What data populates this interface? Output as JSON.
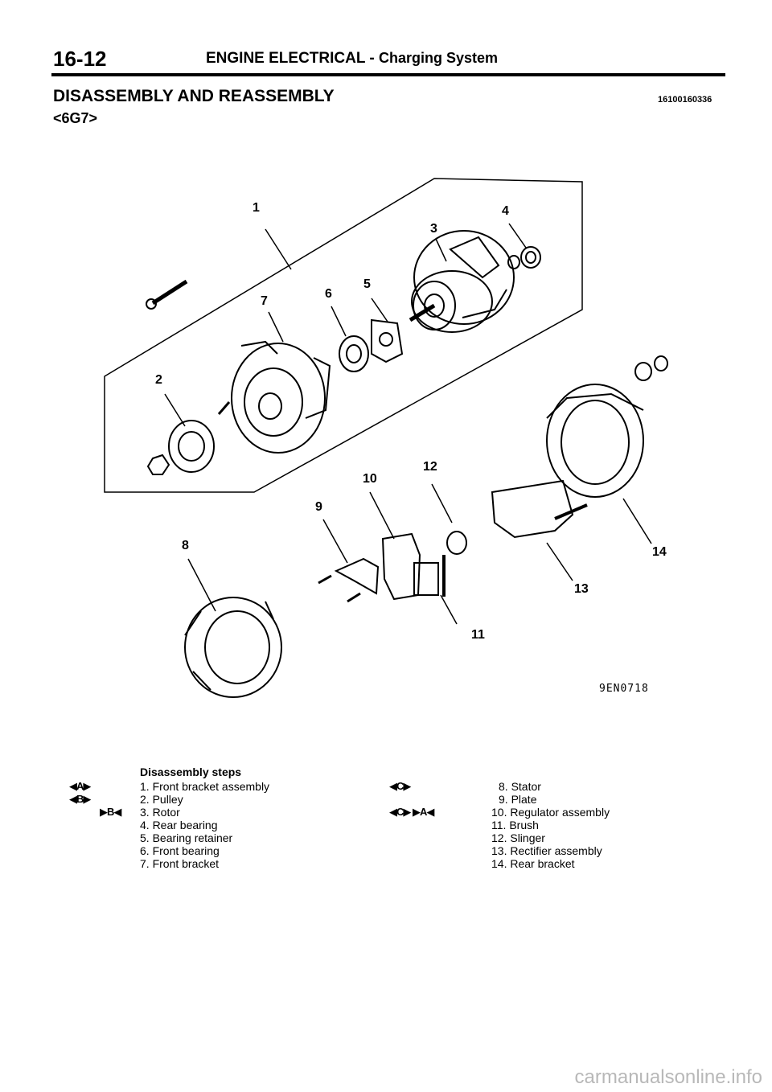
{
  "header": {
    "page_number": "16-12",
    "title": "ENGINE ELECTRICAL -",
    "subtitle": "Charging System"
  },
  "section": {
    "title": "DISASSEMBLY AND REASSEMBLY",
    "code": "16100160336",
    "engine": "<6G7>"
  },
  "figure": {
    "code": "9EN0718",
    "callouts": [
      "1",
      "2",
      "3",
      "4",
      "5",
      "6",
      "7",
      "8",
      "9",
      "10",
      "11",
      "12",
      "13",
      "14"
    ]
  },
  "steps": {
    "heading": "Disassembly steps",
    "left": [
      {
        "mark": "◀A▶",
        "text": "1. Front bracket assembly"
      },
      {
        "mark": "◀B▶",
        "text": "2. Pulley"
      },
      {
        "mark": "▶B◀",
        "text": "3. Rotor"
      },
      {
        "mark": "",
        "text": "4. Rear bearing"
      },
      {
        "mark": "",
        "text": "5. Bearing retainer"
      },
      {
        "mark": "",
        "text": "6. Front bearing"
      },
      {
        "mark": "",
        "text": "7. Front bracket"
      }
    ],
    "right": [
      {
        "mark": "◀C▶",
        "text": "8. Stator"
      },
      {
        "mark": "",
        "text": "9. Plate"
      },
      {
        "mark": "◀C▶ ▶A◀",
        "text": "10. Regulator assembly"
      },
      {
        "mark": "",
        "text": "11. Brush"
      },
      {
        "mark": "",
        "text": "12. Slinger"
      },
      {
        "mark": "",
        "text": "13. Rectifier assembly"
      },
      {
        "mark": "",
        "text": "14. Rear bracket"
      }
    ]
  },
  "watermark": "carmanualsonline.info"
}
